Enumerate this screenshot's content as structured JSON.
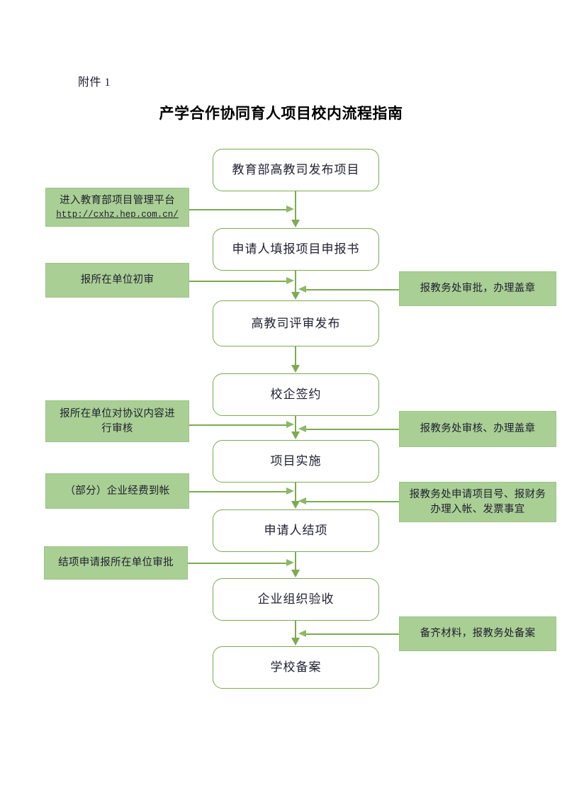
{
  "document": {
    "attachment_label": "附件 1",
    "title": "产学合作协同育人项目校内流程指南"
  },
  "colors": {
    "node_border": "#7cab52",
    "node_fill": "#ffffff",
    "note_fill": "#a9cf95",
    "connector": "#7cab52",
    "text": "#222233",
    "page_background": "#ffffff"
  },
  "flow": {
    "nodes": [
      {
        "id": "n1",
        "label": "教育部高教司发布项目"
      },
      {
        "id": "n2",
        "label": "申请人填报项目申报书"
      },
      {
        "id": "n3",
        "label": "高教司评审发布"
      },
      {
        "id": "n4",
        "label": "校企签约"
      },
      {
        "id": "n5",
        "label": "项目实施"
      },
      {
        "id": "n6",
        "label": "申请人结项"
      },
      {
        "id": "n7",
        "label": "企业组织验收"
      },
      {
        "id": "n8",
        "label": "学校备案"
      }
    ]
  },
  "notes_left": [
    {
      "id": "ln1",
      "line1": "进入教育部项目管理平台",
      "url": "http://cxhz.hep.com.cn/"
    },
    {
      "id": "ln2",
      "line1": "报所在单位初审"
    },
    {
      "id": "ln3",
      "line1": "报所在单位对协议内容进",
      "line2": "行审核"
    },
    {
      "id": "ln4",
      "line1": "（部分）企业经费到帐"
    },
    {
      "id": "ln5",
      "line1": "结项申请报所在单位审批"
    }
  ],
  "notes_right": [
    {
      "id": "rn1",
      "line1": "报教务处审批，办理盖章"
    },
    {
      "id": "rn2",
      "line1": "报教务处审核、办理盖章"
    },
    {
      "id": "rn3",
      "line1": "报教务处申请项目号、报财务",
      "line2": "办理入帐、发票事宜"
    },
    {
      "id": "rn4",
      "line1": "备齐材料，报教务处备案"
    }
  ]
}
